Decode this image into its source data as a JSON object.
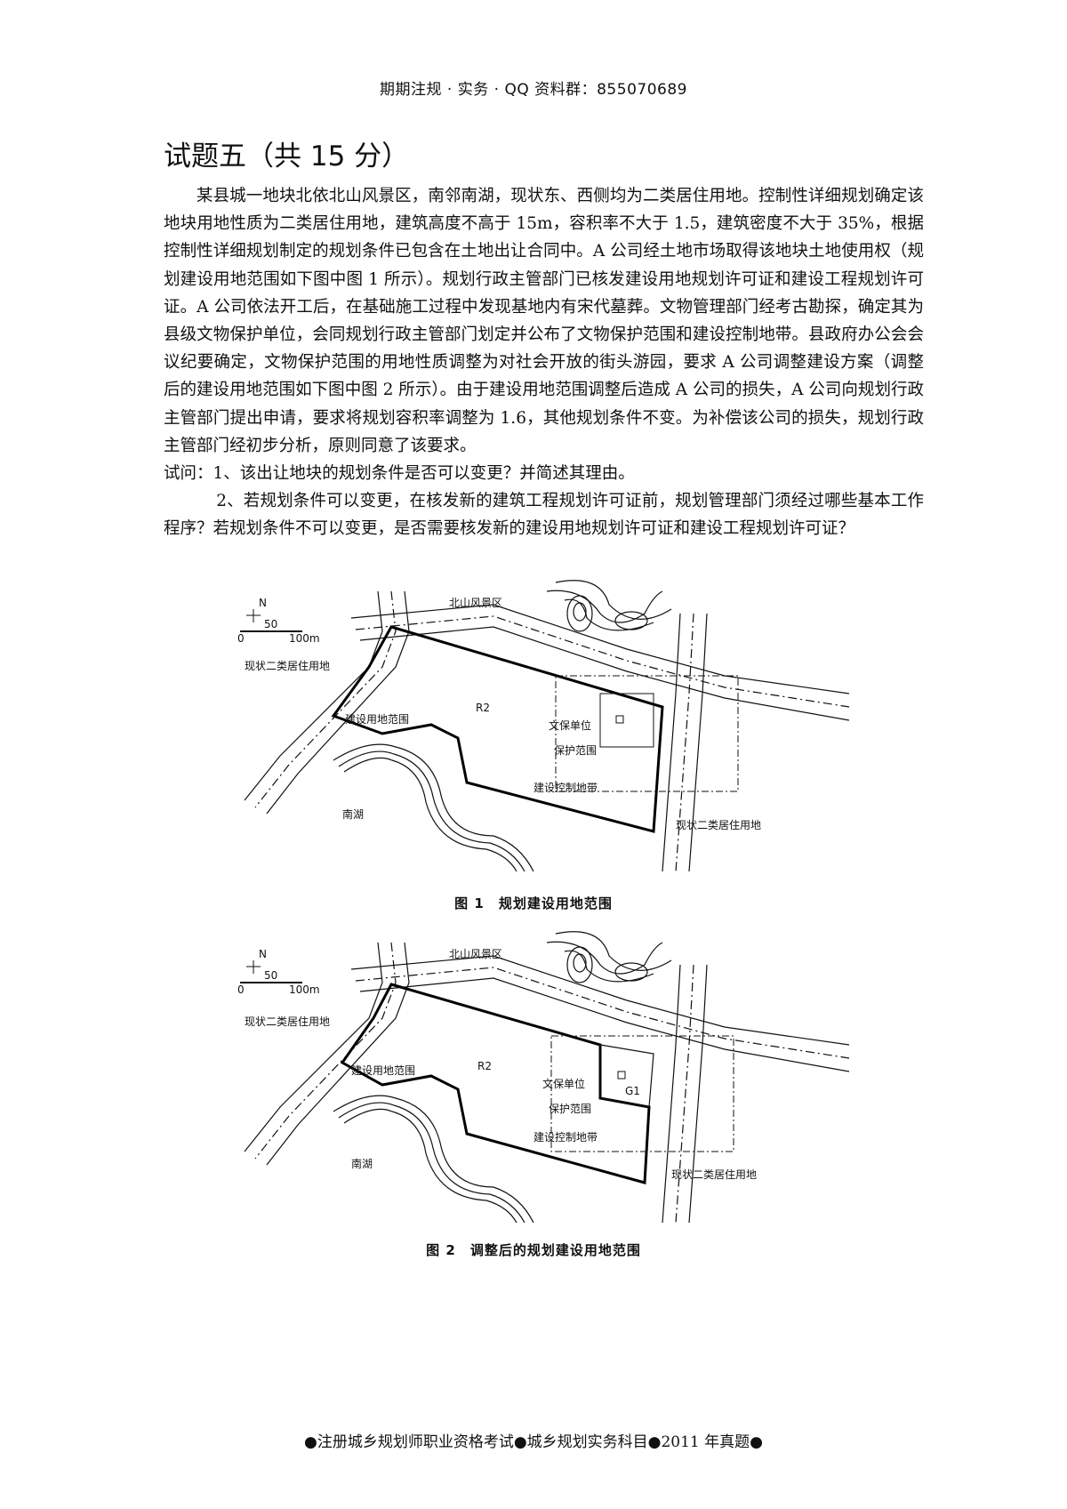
{
  "header": "期期注规 · 实务 · QQ 资料群：855070689",
  "title": "试题五（共 15 分）",
  "paragraph": "某县城一地块北依北山风景区，南邻南湖，现状东、西侧均为二类居住用地。控制性详细规划确定该地块用地性质为二类居住用地，建筑高度不高于 15m，容积率不大于 1.5，建筑密度不大于 35%，根据控制性详细规划制定的规划条件已包含在土地出让合同中。A 公司经土地市场取得该地块土地使用权（规划建设用地范围如下图中图 1 所示）。规划行政主管部门已核发建设用地规划许可证和建设工程规划许可证。A 公司依法开工后，在基础施工过程中发现基地内有宋代墓葬。文物管理部门经考古勘探，确定其为县级文物保护单位，会同规划行政主管部门划定并公布了文物保护范围和建设控制地带。县政府办公会会议纪要确定，文物保护范围的用地性质调整为对社会开放的街头游园，要求 A 公司调整建设方案（调整后的建设用地范围如下图中图 2 所示）。由于建设用地范围调整后造成 A 公司的损失，A 公司向规划行政主管部门提出申请，要求将规划容积率调整为 1.6，其他规划条件不变。为补偿该公司的损失，规划行政主管部门经初步分析，原则同意了该要求。",
  "question1": "试问：1、该出让地块的规划条件是否可以变更？并简述其理由。",
  "question2": "2、若规划条件可以变更，在核发新的建筑工程规划许可证前，规划管理部门须经过哪些基本工作程序？若规划条件不可以变更，是否需要核发新的建设用地规划许可证和建设工程规划许可证？",
  "map": {
    "north": "N",
    "scale_mid": "50",
    "scale_start": "0",
    "scale_end": "100m",
    "scenic_area": "北山风景区",
    "residential_west": "现状二类居住用地",
    "residential_east": "现状二类居住用地",
    "land_use_code": "R2",
    "site_boundary": "建设用地范围",
    "heritage_unit": "文保单位",
    "protection_zone": "保护范围",
    "control_zone": "建设控制地带",
    "lake": "南湖",
    "park_code": "G1"
  },
  "figure1_caption": "图 1　规划建设用地范围",
  "figure2_caption": "图 2　调整后的规划建设用地范围",
  "footer": "●注册城乡规划师职业资格考试●城乡规划实务科目●2011 年真题●"
}
